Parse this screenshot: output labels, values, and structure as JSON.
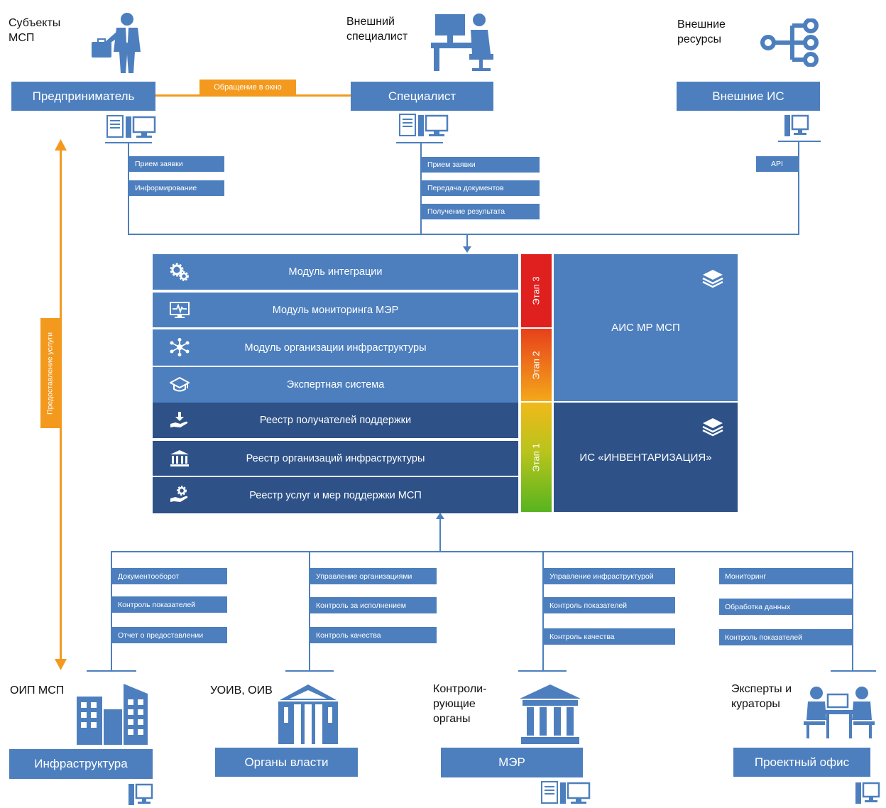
{
  "top": {
    "subjects": {
      "category": "Субъекты\nМСП",
      "box": "Предприниматель"
    },
    "external_specialist": {
      "category": "Внешний\nспециалист",
      "box": "Специалист"
    },
    "external_resources": {
      "category": "Внешние\nресурсы",
      "box": "Внешние ИС"
    },
    "link_label": "Обращение в окно",
    "entrepreneur_tags": [
      "Прием заявки",
      "Информирование"
    ],
    "specialist_tags": [
      "Прием заявки",
      "Передача документов",
      "Получение результата"
    ],
    "external_tags": [
      "API"
    ]
  },
  "side_label": "Предоставление услуги",
  "modules": [
    {
      "label": "Модуль интеграции",
      "icon": "gears-icon"
    },
    {
      "label": "Модуль мониторинга МЭР",
      "icon": "monitor-icon"
    },
    {
      "label": "Модуль организации инфраструктуры",
      "icon": "network-icon"
    },
    {
      "label": "Экспертная система",
      "icon": "graduation-cap-icon"
    },
    {
      "label": "Реестр получателей поддержки",
      "icon": "hand-download-icon"
    },
    {
      "label": "Реестр организаций инфраструктуры",
      "icon": "bank-icon"
    },
    {
      "label": "Реестр услуг и мер поддержки МСП",
      "icon": "hand-gear-icon"
    }
  ],
  "stages": [
    "Этап 3",
    "Этап 2",
    "Этап 1"
  ],
  "systems": {
    "upper": "АИС МР МСП",
    "lower": "ИС «ИНВЕНТАРИЗАЦИЯ»"
  },
  "bottom_tags": [
    [
      "Документооборот",
      "Контроль показателей",
      "Отчет о предоставлении"
    ],
    [
      "Управление организациями",
      "Контроль за исполнением",
      "Контроль качества"
    ],
    [
      "Управление инфраструктурой",
      "Контроль показателей",
      "Контроль качества"
    ],
    [
      "Мониторинг",
      "Обработка данных",
      "Контроль показателей"
    ]
  ],
  "bottom": [
    {
      "category": "ОИП МСП",
      "box": "Инфраструктура"
    },
    {
      "category": "УОИВ, ОИВ",
      "box": "Органы власти"
    },
    {
      "category": "Контроли-\nрующие\nорганы",
      "box": "МЭР"
    },
    {
      "category": "Эксперты и\nкураторы",
      "box": "Проектный офис"
    }
  ],
  "colors": {
    "primary": "#4d7fbe",
    "dark": "#2e5288",
    "accent": "#f39a1e",
    "stage3": "#e01f1f",
    "stage2": "#f07d1a",
    "stage1": "#5cb31f"
  }
}
